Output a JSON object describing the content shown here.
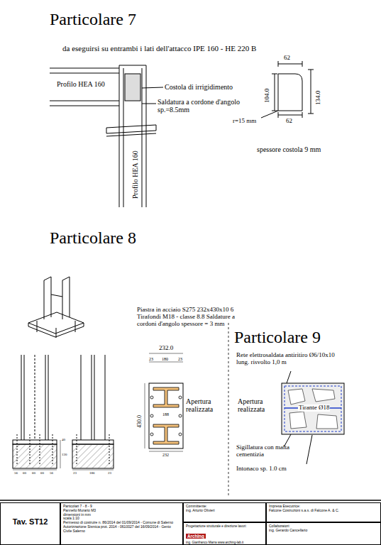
{
  "diagram": {
    "nodes": [
      {
        "text": [
          "Tav. ST12"
        ]
      },
      {
        "text": [
          "Particolari 7 - 8 - 9",
          "Pannello Murario M3",
          "dimensioni in mm",
          "scala 1:10",
          "Permesso di costruire n. 86/2014 del 01/09/2014 - Comune di Salerno",
          "Autorizzazione Sismica prot. 2014 - 0610027 del 16/09/2014 - Genio Civile Salerno"
        ]
      },
      {
        "text": [
          "Committente:",
          "ing. Arturio Olivieri"
        ]
      },
      {
        "text": [
          "Impresa Esecutrice:",
          "Falcone Costruzioni s.a.s. di Falcone A. & C."
        ]
      },
      {
        "text": [
          "Progettazione strutturale e direzione lavori:",
          "ArchIng",
          "ing. Gianfranco Marra www.arching-lab.it"
        ]
      },
      {
        "text": [
          "Collaboratori:",
          "ing. Gerardo Cancellario"
        ]
      }
    ],
    "labels": [
      "Particolare 7",
      "da eseguirsi su entrambi i lati dell'attacco IPE 160 - HE 220 B",
      "Profilo HEA 160",
      "Costola di irrigidimento",
      "Saldatura a cordone d'angolo sp.=8.5mm",
      "Profilo HEA 160",
      "62",
      "104.0",
      "134.0",
      "r=15 mm",
      "62",
      "spessore costola 9 mm",
      "Particolare 8",
      "Piastra in acciaio S275 232x430x10 6 Tirafondi M18 - classe 8.8 Saldature a cordoni d'angolo spessore = 3 mm",
      "232.0",
      "23",
      "180",
      "23",
      "430.0",
      "188",
      "232",
      "Apertura realizzata",
      "Apertura realizzata",
      "Particolare 9",
      "Rete elettrosaldata antiritiro Ø6/10x10 lung. risvolto 1,0 m",
      "Tirante Ø18",
      "Sigillatura con malta cementizia",
      "Intonaco sp. 1.0 cm",
      "56",
      "60",
      "60",
      "60",
      "56",
      "23",
      "186",
      "23",
      "40",
      "130"
    ]
  }
}
